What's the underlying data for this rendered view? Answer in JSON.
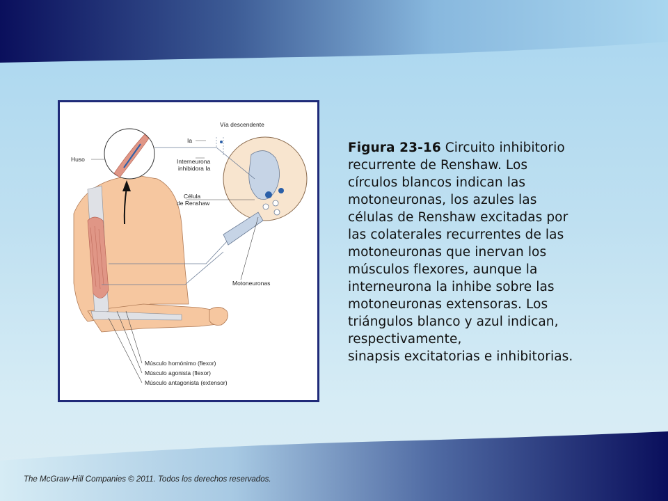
{
  "slide": {
    "colors": {
      "navy": "#0a0f5c",
      "sky": "#a9d6ef",
      "frame": "#1f2a78"
    }
  },
  "figure": {
    "labels": {
      "via_descendente": "Vía descendente",
      "ia": "Ia",
      "huso": "Huso",
      "interneurona_1": "Interneurona",
      "interneurona_2": "inhibidora Ia",
      "celula_1": "Célula",
      "celula_2": "de Renshaw",
      "motoneuronas": "Motoneuronas",
      "musculo_homonimo": "Músculo homónimo (flexor)",
      "musculo_agonista": "Músculo agonista (flexor)",
      "musculo_antagonista": "Músculo antagonista (extensor)"
    }
  },
  "caption": {
    "title": "Figura 23-16",
    "lines": [
      " Circuito inhibitorio",
      "recurrente de Renshaw. Los",
      "círculos blancos indican las",
      "motoneuronas, los azules las",
      "células de Renshaw excitadas por",
      "las colaterales recurrentes de las",
      "motoneuronas que inervan los",
      "músculos flexores, aunque la",
      "interneurona la inhibe sobre las",
      "motoneuronas extensoras. Los",
      "triángulos blanco y azul indican,",
      "respectivamente,",
      "sinapsis excitatorias e inhibitorias."
    ]
  },
  "footer": {
    "text": "The McGraw-Hill Companies © 2011. Todos los derechos reservados."
  }
}
